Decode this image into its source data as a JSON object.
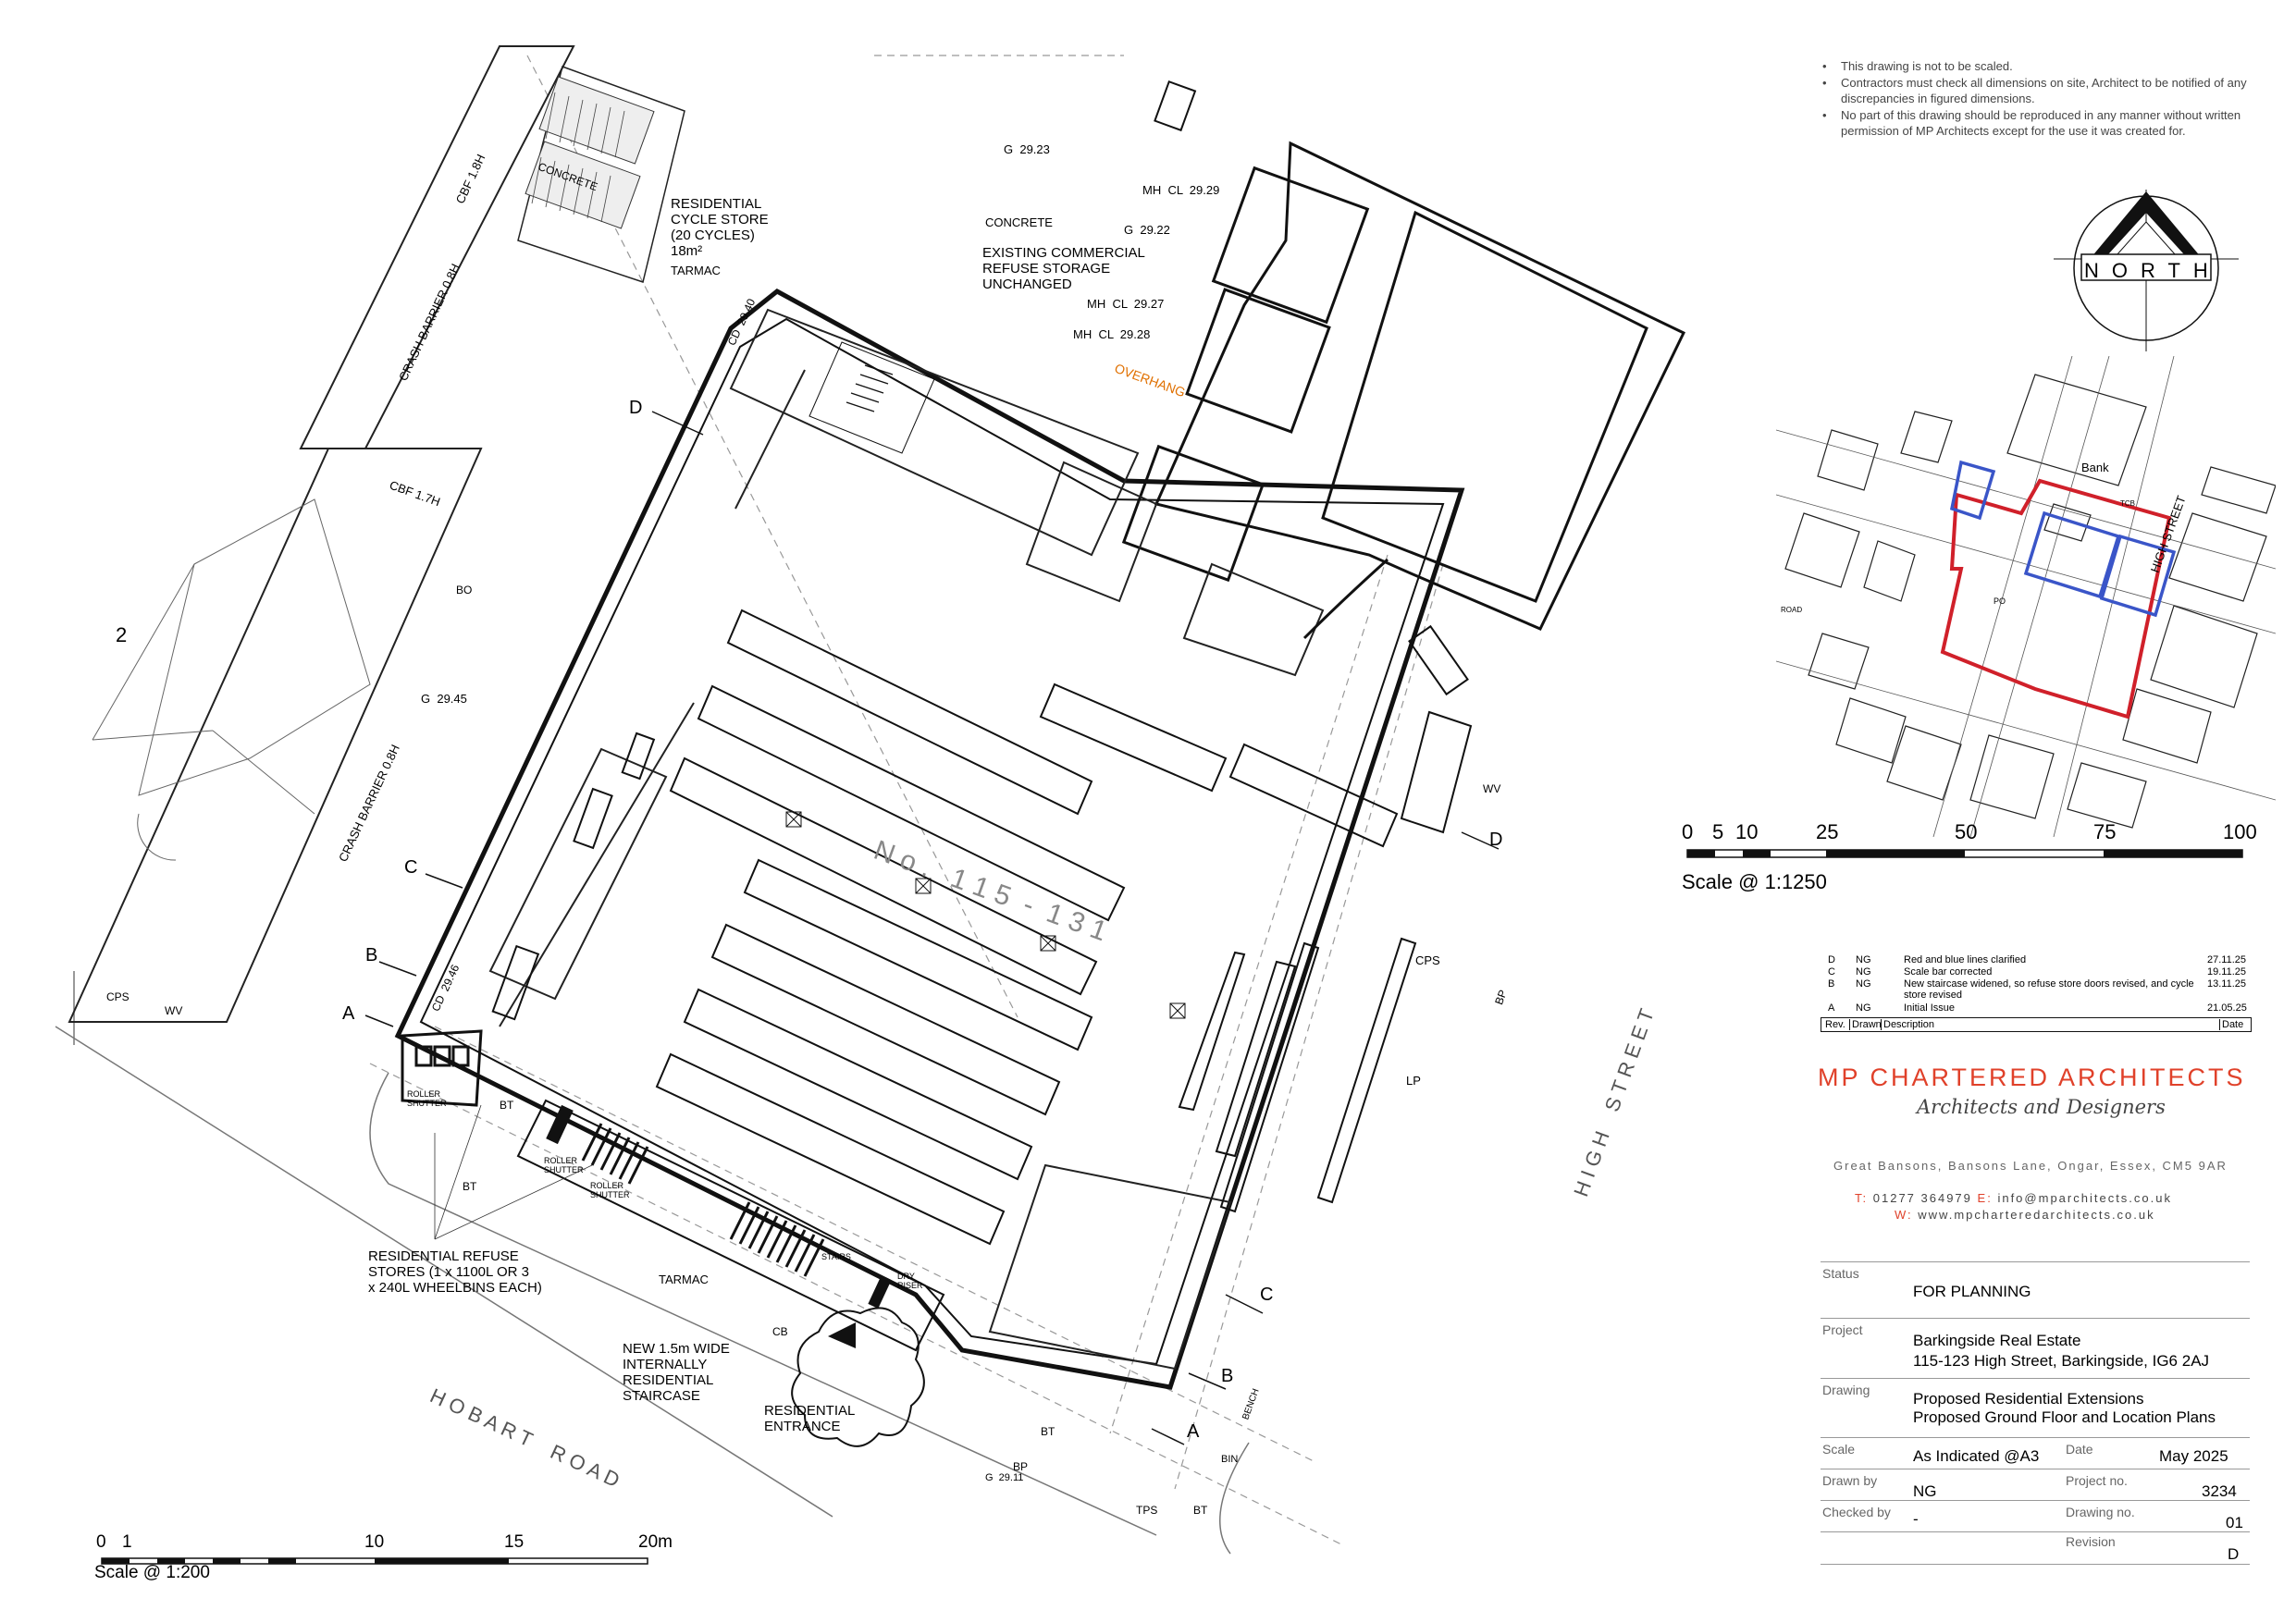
{
  "notes": [
    "This drawing is not to be scaled.",
    "Contractors must check all dimensions on site, Architect to be notified of any discrepancies in figured dimensions.",
    "No part of this drawing should be reproduced in any manner without written permission of MP Architects except for the use it was created for."
  ],
  "north_label": "NORTH",
  "location_plan": {
    "labels": {
      "bank": "Bank",
      "high_street": "HIGH STREET",
      "po": "PO",
      "tcb": "TCB",
      "road": "ROAD"
    },
    "scale_bar": {
      "ticks": [
        "0",
        "5",
        "10",
        "25",
        "50",
        "75",
        "100"
      ],
      "scale_text": "Scale @ 1:1250"
    },
    "outline_colors": {
      "red_line": "#d0202a",
      "blue_line": "#3a55c8"
    }
  },
  "plan": {
    "annotations": {
      "cycle_store": "RESIDENTIAL\nCYCLE STORE\n(20 CYCLES)\n18m²",
      "tarmac_top": "TARMAC",
      "concrete_top": "CONCRETE",
      "concrete_cycle": "CONCRETE",
      "refuse_existing": "EXISTING COMMERCIAL\nREFUSE STORAGE\nUNCHANGED",
      "overhang": "OVERHANG",
      "mh1": "MH  CL  29.29",
      "mh2": "MH  CL  29.27",
      "mh3": "MH  CL  29.28",
      "g1": "G  29.23",
      "g2": "G  29.22",
      "g3": "G  29.45",
      "cbf1": "CBF 1.8H",
      "cbf2": "CBF 1.7H",
      "crash_barrier_1": "CRASH BARRIER 0.8H",
      "crash_barrier_2": "CRASH BARRIER 0.8H",
      "cd": "CD  29.40",
      "cd2": "CD  29.46",
      "house_no": "2",
      "bo": "BO",
      "cps": "CPS",
      "wv": "WV",
      "refuse_stores": "RESIDENTIAL REFUSE\nSTORES (1 x 1100L OR 3\nx 240L WHEELBINS EACH)",
      "roller_shutter": "ROLLER\nSHUTTER",
      "tarmac_bottom": "TARMAC",
      "staircase": "NEW 1.5m WIDE\nINTERNALLY\nRESIDENTIAL\nSTAIRCASE",
      "entrance": "RESIDENTIAL\nENTRANCE",
      "stairs": "STAIRS",
      "riser": "DRY\nRISER",
      "cb": "CB",
      "bt": "BT",
      "bp": "BP",
      "bin": "BIN",
      "bench": "BENCH",
      "tps": "TPS",
      "lp": "LP",
      "g_bottom": "G  29.11",
      "building_no": "N o .   1 1 5  -  1 3 1",
      "hobart_road": "H O B A R T    R O A D",
      "high_street": "H I G H    S T R E E T",
      "section_a": "A",
      "section_b": "B",
      "section_c": "C",
      "section_d": "D"
    },
    "scale_bar": {
      "ticks": [
        "0",
        "1",
        "10",
        "15",
        "20m"
      ],
      "scale_text": "Scale @ 1:200"
    }
  },
  "revisions": {
    "headers": {
      "rev": "Rev.",
      "drawn": "Drawn",
      "description": "Description",
      "date": "Date"
    },
    "rows": [
      {
        "rev": "D",
        "drawn": "NG",
        "description": "Red and blue lines clarified",
        "date": "27.11.25"
      },
      {
        "rev": "C",
        "drawn": "NG",
        "description": "Scale bar corrected",
        "date": "19.11.25"
      },
      {
        "rev": "B",
        "drawn": "NG",
        "description": "New staircase widened, so refuse store doors revised, and cycle store revised",
        "date": "13.11.25"
      },
      {
        "rev": "A",
        "drawn": "NG",
        "description": "Initial Issue",
        "date": "21.05.25"
      }
    ]
  },
  "firm": {
    "name": "MP CHARTERED ARCHITECTS",
    "tagline": "Architects and Designers",
    "address": "Great Bansons, Bansons Lane, Ongar, Essex, CM5 9AR",
    "phone_label": "T:",
    "phone": "01277 364979",
    "email_label": "E:",
    "email": "info@mparchitects.co.uk",
    "web_label": "W:",
    "web": "www.mpcharteredarchitects.co.uk",
    "brand_color": "#e0412a"
  },
  "title_block": {
    "status_label": "Status",
    "status": "FOR PLANNING",
    "project_label": "Project",
    "project_line1": "Barkingside Real Estate",
    "project_line2": "115-123 High Street, Barkingside, IG6 2AJ",
    "drawing_label": "Drawing",
    "drawing_line1": "Proposed Residential Extensions",
    "drawing_line2": "Proposed Ground Floor and Location Plans",
    "scale_label": "Scale",
    "scale": "As Indicated @A3",
    "date_label": "Date",
    "date": "May 2025",
    "drawn_label": "Drawn by",
    "drawn": "NG",
    "projno_label": "Project no.",
    "projno": "3234",
    "checked_label": "Checked by",
    "checked": "-",
    "drawno_label": "Drawing no.",
    "drawno": "01",
    "revision_label": "Revision",
    "revision": "D"
  }
}
